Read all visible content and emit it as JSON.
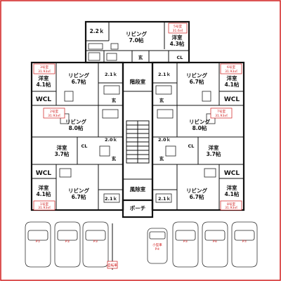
{
  "top": {
    "room_22": "2.2ｋ",
    "living_7": "リビング",
    "living_7_size": "7.0帖",
    "western_43": "洋室",
    "western_43_size": "4.3帖",
    "unit_5": "5号室",
    "unit_5_area": "31.6㎡",
    "entrance": "玄",
    "cl": "CL"
  },
  "stairs": "階段室",
  "bath_room": "風除室",
  "porch": "ポーチ",
  "entrance": "玄",
  "units": {
    "u3": {
      "no": "3号室",
      "area": "31.93㎡"
    },
    "u6": {
      "no": "6号室",
      "area": "31.93㎡"
    },
    "u2": {
      "no": "2号室",
      "area": "31.93㎡"
    },
    "u7": {
      "no": "7号室",
      "area": "31.93㎡"
    },
    "u1": {
      "no": "1号室",
      "area": "31.93㎡"
    },
    "u8": {
      "no": "8号室",
      "area": "31.93㎡"
    }
  },
  "labels": {
    "western": "洋室",
    "size_41": "4.1帖",
    "size_37": "3.7帖",
    "living": "リビング",
    "size_67": "6.7帖",
    "size_80": "8.0帖",
    "k21": "2.1ｋ",
    "k20": "2.0ｋ",
    "wcl": "WCL",
    "cl": "CL"
  },
  "parking": {
    "p1": "P①",
    "p2": "P②",
    "p3": "P③",
    "p5": "P⑤",
    "p6": "P⑥",
    "p7": "P⑦",
    "small_car": "小型車",
    "p4": "P④",
    "bicycle": "自転車"
  }
}
